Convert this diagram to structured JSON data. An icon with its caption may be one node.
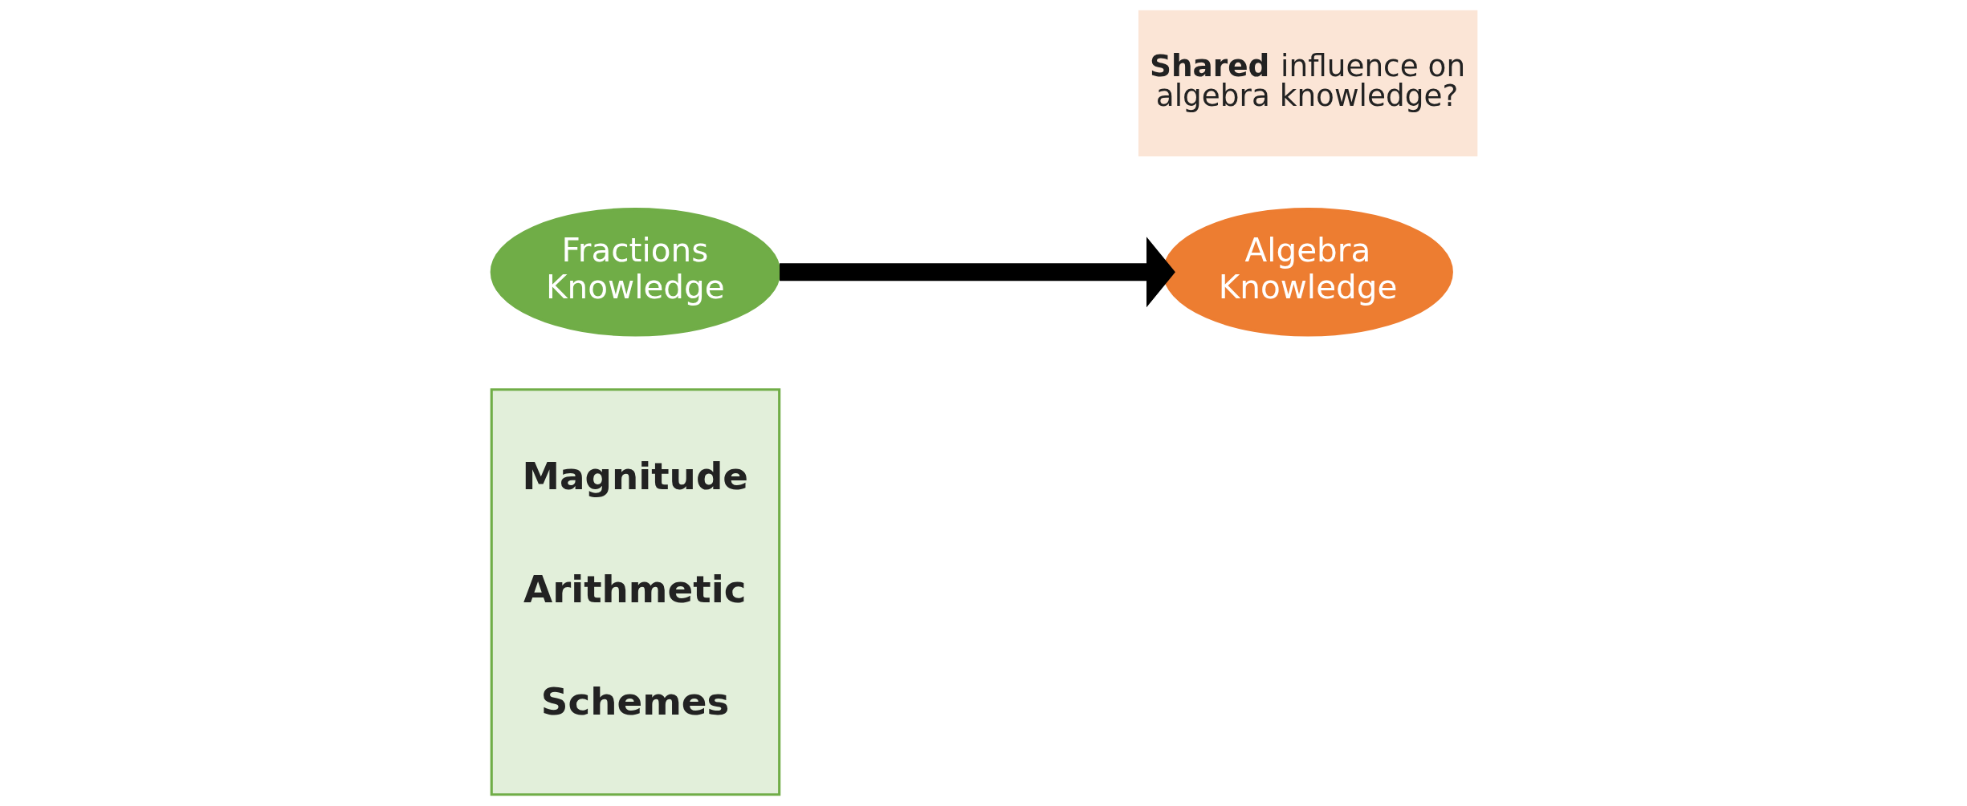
{
  "diagram": {
    "nodes": [
      {
        "text": [
          "Fractions Knowledge"
        ]
      },
      {
        "text": [
          "Magnitude",
          "Arithmetic",
          "Schemes"
        ]
      },
      {
        "text": [
          "Algebra Knowledge"
        ]
      },
      {
        "text": [
          "**Shared** influence on algebra knowledge?"
        ]
      }
    ],
    "edges": [
      {
        "from": 0,
        "to": 2,
        "arrow": "to"
      }
    ]
  }
}
